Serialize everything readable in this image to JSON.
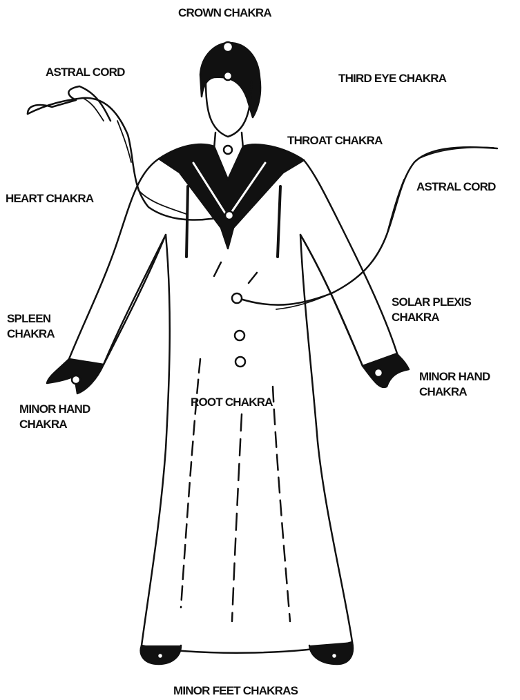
{
  "labels": {
    "crown": "CROWN CHAKRA",
    "astral_cord_left": "ASTRAL CORD",
    "third_eye": "THIRD EYE CHAKRA",
    "throat": "THROAT CHAKRA",
    "heart": "HEART CHAKRA",
    "astral_cord_right": "ASTRAL CORD",
    "spleen_line1": "SPLEEN",
    "spleen_line2": "CHAKRA",
    "solar_plexis_line1": "SOLAR PLEXIS",
    "solar_plexis_line2": "CHAKRA",
    "minor_hand_left_line1": "MINOR HAND",
    "minor_hand_left_line2": "CHAKRA",
    "minor_hand_right_line1": "MINOR HAND",
    "minor_hand_right_line2": "CHAKRA",
    "root": "ROOT CHAKRA",
    "minor_feet": "MINOR FEET CHAKRAS"
  },
  "colors": {
    "ink": "#111111",
    "paper": "#ffffff"
  }
}
